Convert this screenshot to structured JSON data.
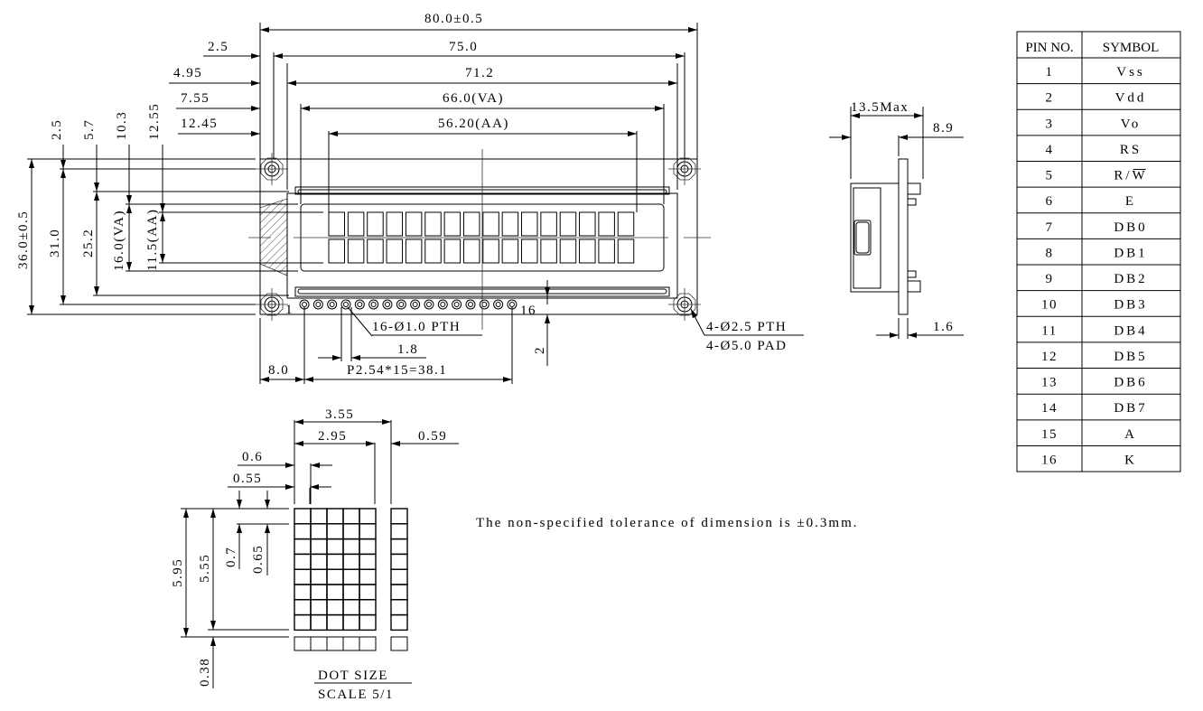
{
  "dimensions": {
    "top": [
      "80.0±0.5",
      "2.5",
      "75.0",
      "4.95",
      "71.2",
      "7.55",
      "66.0(VA)",
      "12.45",
      "56.20(AA)"
    ],
    "left": [
      "36.0±0.5",
      "31.0",
      "25.2",
      "16.0(VA)",
      "11.5(AA)",
      "2.5",
      "5.7",
      "10.3",
      "12.55"
    ],
    "bottom": {
      "pth": "16-Ø1.0 PTH",
      "pin_width": "1.8",
      "offset": "8.0",
      "pitch": "P2.54*15=38.1",
      "pin_gap": "2",
      "pin_first": "1",
      "pin_last": "16"
    },
    "mount": {
      "hole": "4-Ø2.5 PTH",
      "pad": "4-Ø5.0 PAD"
    },
    "side": {
      "max": "13.5Max",
      "depth": "8.9",
      "pcb": "1.6"
    }
  },
  "dot": {
    "w1": "3.55",
    "w2": "2.95",
    "gap": "0.59",
    "dw": "0.6",
    "dw2": "0.55",
    "h1": "5.95",
    "h2": "5.55",
    "dh": "0.7",
    "dh2": "0.65",
    "cursor": "0.38",
    "title": "DOT SIZE",
    "scale": "SCALE 5/1"
  },
  "note": "The non-specified tolerance of dimension is ±0.3mm.",
  "pin_table": {
    "headers": [
      "PIN NO.",
      "SYMBOL"
    ],
    "rows": [
      [
        "1",
        "Vss"
      ],
      [
        "2",
        "Vdd"
      ],
      [
        "3",
        "Vo"
      ],
      [
        "4",
        "RS"
      ],
      [
        "5",
        "R/W"
      ],
      [
        "6",
        "E"
      ],
      [
        "7",
        "DB0"
      ],
      [
        "8",
        "DB1"
      ],
      [
        "9",
        "DB2"
      ],
      [
        "10",
        "DB3"
      ],
      [
        "11",
        "DB4"
      ],
      [
        "12",
        "DB5"
      ],
      [
        "13",
        "DB6"
      ],
      [
        "14",
        "DB7"
      ],
      [
        "15",
        "A"
      ],
      [
        "16",
        "K"
      ]
    ]
  }
}
